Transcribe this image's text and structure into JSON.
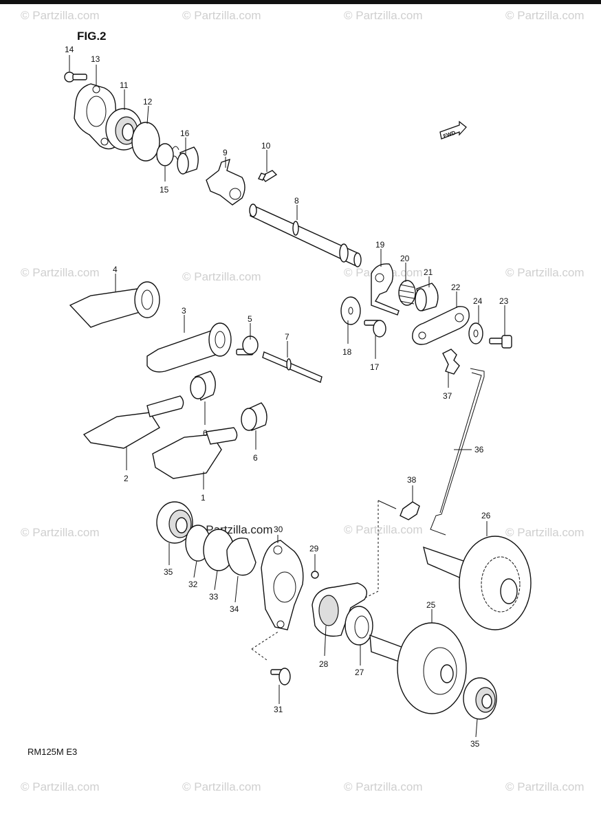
{
  "figure": {
    "title": "FIG.2",
    "model_code": "RM125M E3",
    "fwd_label": "FWD"
  },
  "watermark": {
    "text": "© Partzilla.com",
    "center_text": "© Partzilla.com"
  },
  "labels": [
    {
      "id": "14",
      "text": "14"
    },
    {
      "id": "13",
      "text": "13"
    },
    {
      "id": "11",
      "text": "11"
    },
    {
      "id": "12",
      "text": "12"
    },
    {
      "id": "16",
      "text": "16"
    },
    {
      "id": "15",
      "text": "15"
    },
    {
      "id": "9",
      "text": "9"
    },
    {
      "id": "10",
      "text": "10"
    },
    {
      "id": "8",
      "text": "8"
    },
    {
      "id": "4",
      "text": "4"
    },
    {
      "id": "3",
      "text": "3"
    },
    {
      "id": "5",
      "text": "5"
    },
    {
      "id": "7",
      "text": "7"
    },
    {
      "id": "19",
      "text": "19"
    },
    {
      "id": "20",
      "text": "20"
    },
    {
      "id": "21",
      "text": "21"
    },
    {
      "id": "22",
      "text": "22"
    },
    {
      "id": "24",
      "text": "24"
    },
    {
      "id": "23",
      "text": "23"
    },
    {
      "id": "18",
      "text": "18"
    },
    {
      "id": "17",
      "text": "17"
    },
    {
      "id": "37",
      "text": "37"
    },
    {
      "id": "6a",
      "text": "6"
    },
    {
      "id": "6b",
      "text": "6"
    },
    {
      "id": "2",
      "text": "2"
    },
    {
      "id": "1",
      "text": "1"
    },
    {
      "id": "36",
      "text": "36"
    },
    {
      "id": "38",
      "text": "38"
    },
    {
      "id": "26",
      "text": "26"
    },
    {
      "id": "30",
      "text": "30"
    },
    {
      "id": "29",
      "text": "29"
    },
    {
      "id": "35a",
      "text": "35"
    },
    {
      "id": "32",
      "text": "32"
    },
    {
      "id": "33",
      "text": "33"
    },
    {
      "id": "34",
      "text": "34"
    },
    {
      "id": "25",
      "text": "25"
    },
    {
      "id": "28",
      "text": "28"
    },
    {
      "id": "27",
      "text": "27"
    },
    {
      "id": "31",
      "text": "31"
    },
    {
      "id": "35b",
      "text": "35"
    }
  ]
}
